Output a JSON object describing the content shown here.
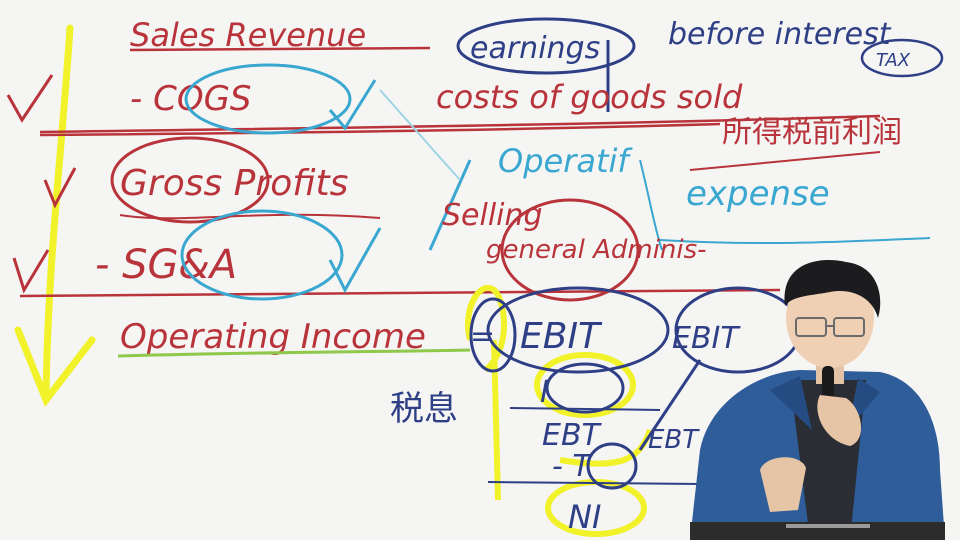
{
  "colors": {
    "red_ink": "#b8343a",
    "blue_ink": "#2f3f86",
    "cyan_ink": "#3aa7d0",
    "yellow_highlight": "#f1f22a",
    "background": "#f5f5f4"
  },
  "whiteboard": {
    "sales_revenue": "Sales Revenue",
    "earnings": "earnings",
    "before_interest": "before interest",
    "tax": "TAX",
    "minus_cogs": "- COGS",
    "cost_of_goods_sold": "costs of goods sold",
    "cn_tax_note": "所得税前利润",
    "gross_profits": "Gross Profits",
    "operating": "Operatif",
    "expense": "expense",
    "selling": "Selling",
    "general_admin": "general Adminis-",
    "minus_sga": "- SG&A",
    "operating_income": "Operating Income",
    "ebit_left": "EBIT",
    "ebit_right": "EBIT",
    "cn_tax": "税息",
    "interest_i": "I",
    "ebt": "EBT",
    "minus_t": "- T",
    "ebt_side": "EBT",
    "ni": "NI",
    "equals": "="
  },
  "icons": {
    "checkmarks": [
      "checkmark-icon",
      "checkmark-icon",
      "checkmark-icon"
    ],
    "arrow": "down-arrow-icon"
  }
}
